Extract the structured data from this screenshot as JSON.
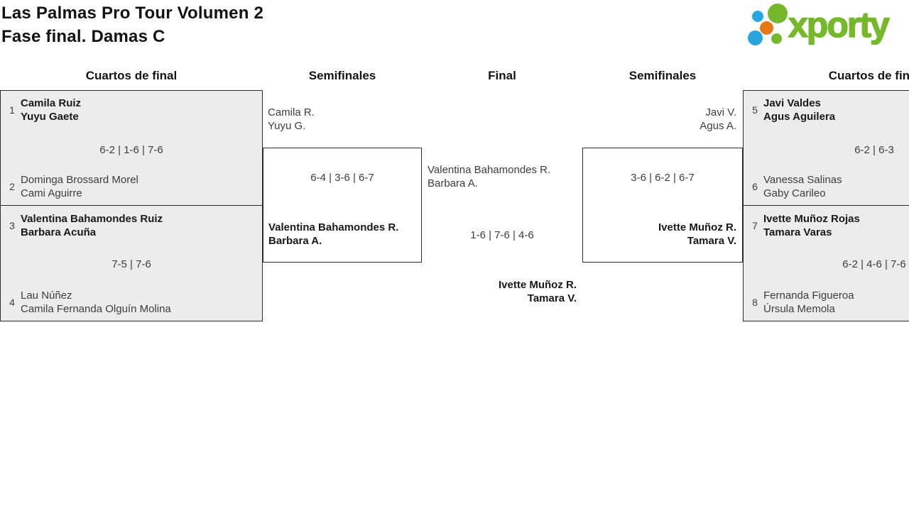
{
  "header": {
    "title_line1": "Las Palmas Pro Tour Volumen 2",
    "title_line2": "Fase final. Damas C",
    "logo_text": "xporty"
  },
  "columns": {
    "qf_left": "Cuartos de final",
    "sf_left": "Semifinales",
    "final": "Final",
    "sf_right": "Semifinales",
    "qf_right": "Cuartos de final"
  },
  "colors": {
    "box_gray": "#ececec",
    "border": "#2b2b2b",
    "logo_green": "#76b82c",
    "logo_blue": "#29a4dd",
    "logo_orange": "#e87816"
  },
  "bracket": {
    "qf_left_top": {
      "seed1": "1",
      "team1_line1": "Camila Ruiz",
      "team1_line2": "Yuyu Gaete",
      "score": "6-2 | 1-6 | 7-6",
      "seed2": "2",
      "team2_line1": "Dominga Brossard Morel",
      "team2_line2": "Cami Aguirre"
    },
    "qf_left_bottom": {
      "seed1": "3",
      "team1_line1": "Valentina Bahamondes Ruiz",
      "team1_line2": "Barbara Acuña",
      "score": "7-5 | 7-6",
      "seed2": "4",
      "team2_line1": "Lau Núñez",
      "team2_line2": "Camila Fernanda Olguín Molina"
    },
    "sf_left": {
      "feeder_line1": "Camila R.",
      "feeder_line2": "Yuyu G.",
      "score": "6-4 | 3-6 | 6-7",
      "winner_line1": "Valentina Bahamondes R.",
      "winner_line2": "Barbara A."
    },
    "final": {
      "top_line1": "Valentina Bahamondes R.",
      "top_line2": "Barbara A.",
      "score": "1-6 | 7-6 | 4-6",
      "winner_line1": "Ivette Muñoz R.",
      "winner_line2": "Tamara V."
    },
    "sf_right": {
      "feeder_line1": "Javi V.",
      "feeder_line2": "Agus A.",
      "score": "3-6 | 6-2 | 6-7",
      "winner_line1": "Ivette Muñoz R.",
      "winner_line2": "Tamara V."
    },
    "qf_right_top": {
      "seed1": "5",
      "team1_line1": "Javi Valdes",
      "team1_line2": "Agus Aguilera",
      "score": "6-2 | 6-3",
      "seed2": "6",
      "team2_line1": "Vanessa Salinas",
      "team2_line2": "Gaby Carileo"
    },
    "qf_right_bottom": {
      "seed1": "7",
      "team1_line1": "Ivette Muñoz Rojas",
      "team1_line2": "Tamara Varas",
      "score": "6-2 | 4-6 | 7-6",
      "seed2": "8",
      "team2_line1": "Fernanda Figueroa",
      "team2_line2": "Úrsula Memola"
    }
  }
}
